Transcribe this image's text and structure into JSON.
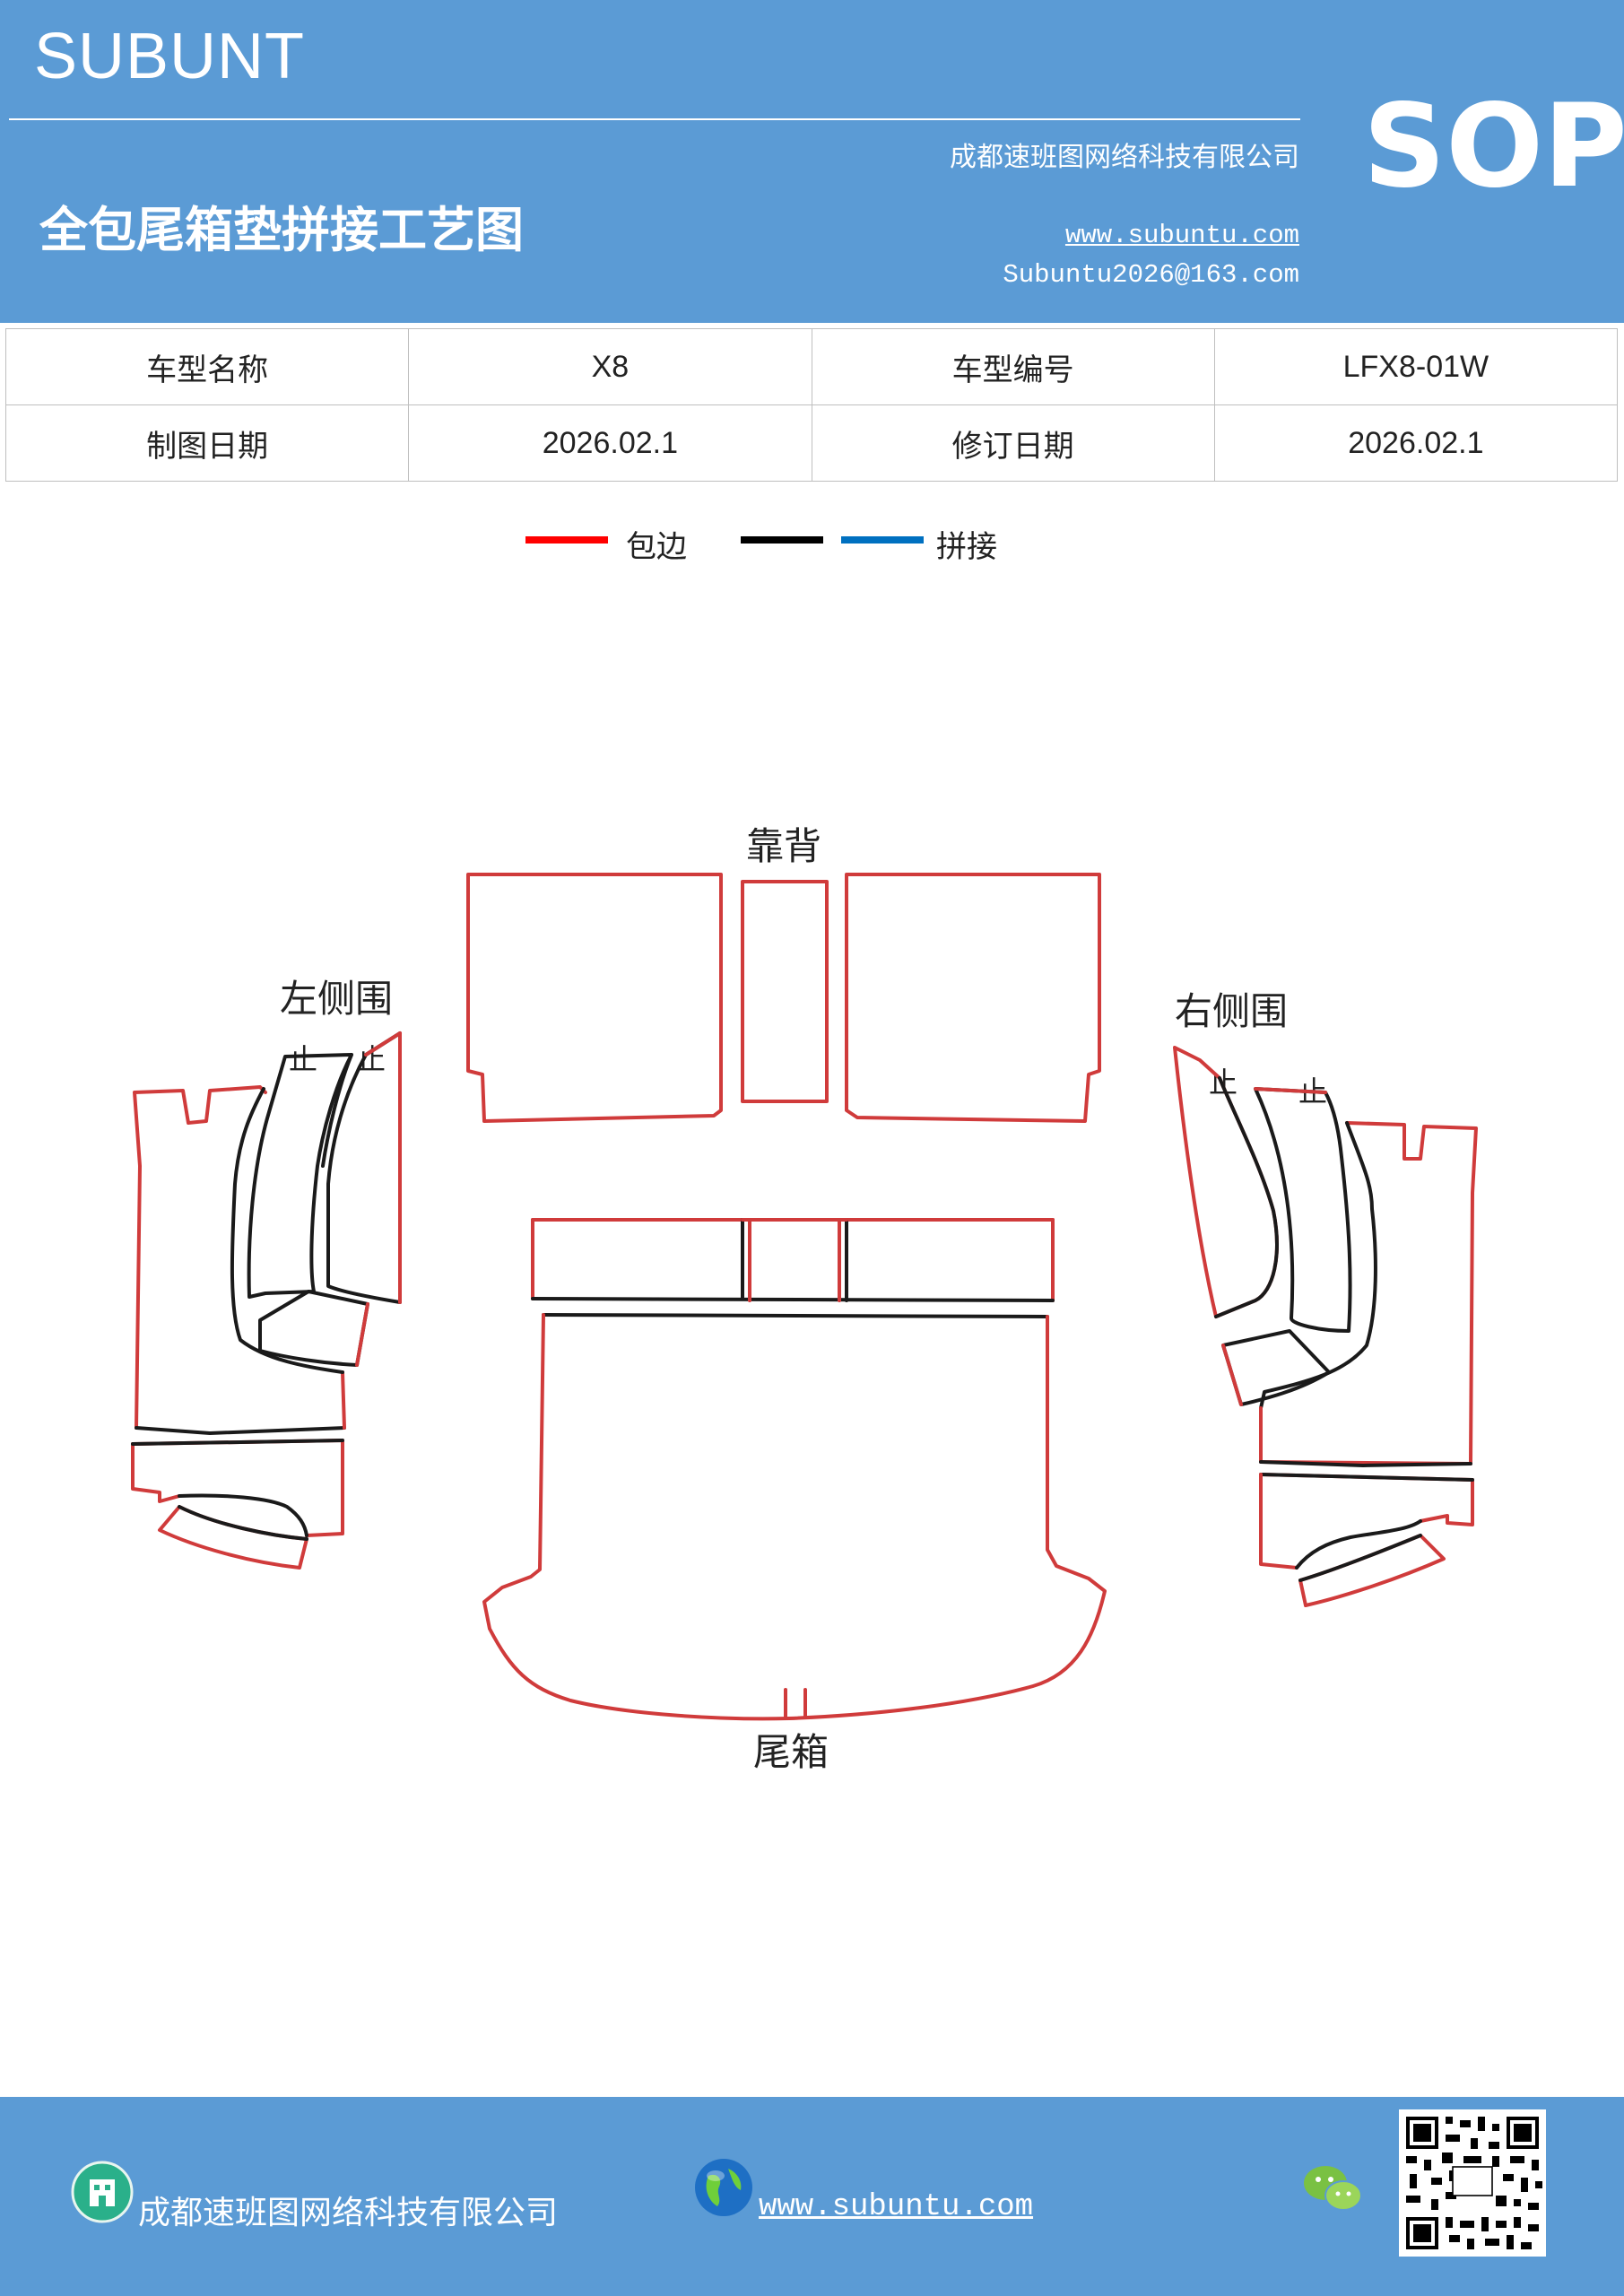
{
  "header": {
    "brand": "SUBUNT",
    "company": "成都速班图网络科技有限公司",
    "title": "全包尾箱垫拼接工艺图",
    "website": "www.subuntu.com",
    "email": "Subuntu2026@163.com",
    "badge": "SOP"
  },
  "info": {
    "model_name_label": "车型名称",
    "model_name": "X8",
    "model_code_label": "车型编号",
    "model_code": "LFX8-01W",
    "draw_date_label": "制图日期",
    "draw_date": "2026.02.1",
    "revise_date_label": "修订日期",
    "revise_date": "2026.02.1"
  },
  "legend": {
    "binding_label": "包边",
    "binding_color": "#ff0000",
    "seam_label": "拼接",
    "seam_colors": [
      "#000000",
      "#0070c0"
    ]
  },
  "diagram": {
    "backrest": "靠背",
    "left_side": "左侧围",
    "right_side": "右侧围",
    "trunk": "尾箱",
    "stop_mark": "止",
    "outline_color": "#d03b3b",
    "seam_color": "#1a1a1a"
  },
  "footer": {
    "company": "成都速班图网络科技有限公司",
    "website": "www.subuntu.com",
    "icons": [
      "building-icon",
      "globe-icon",
      "wechat-icon",
      "qr-code"
    ]
  }
}
